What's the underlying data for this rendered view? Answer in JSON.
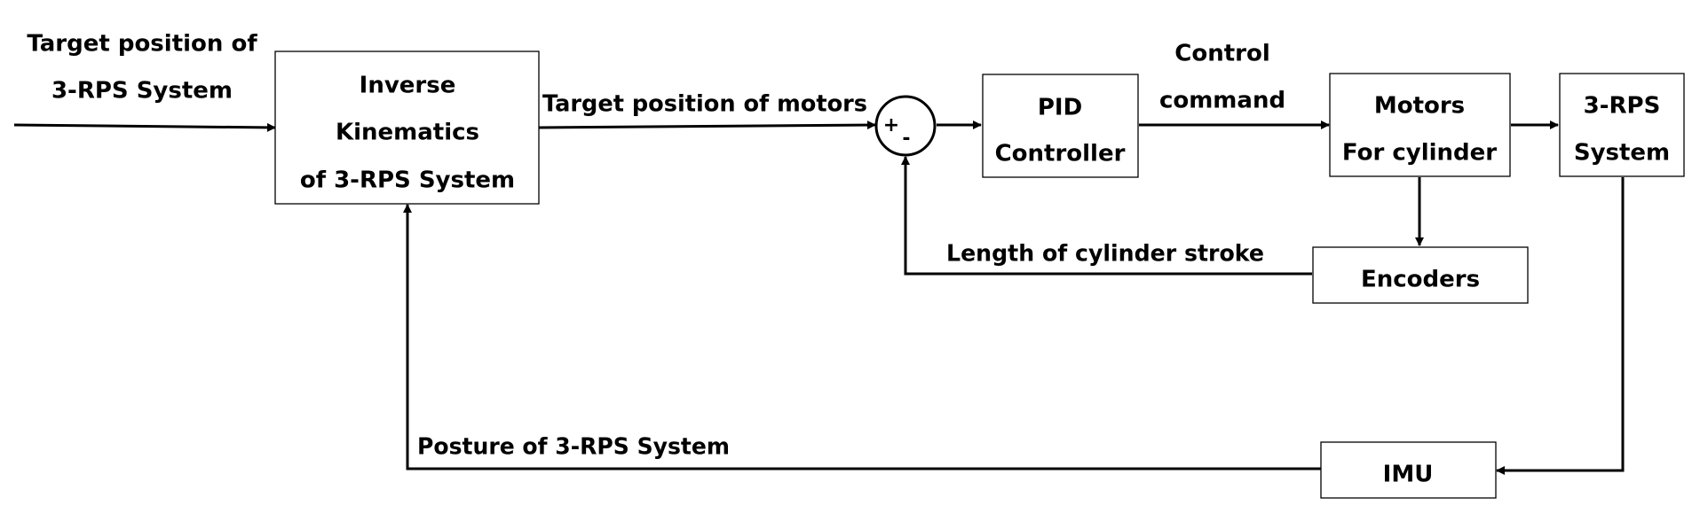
{
  "blocks": {
    "inverse_kinematics": [
      "Inverse",
      "Kinematics",
      "of 3-RPS System"
    ],
    "pid_controller": [
      "PID",
      "Controller"
    ],
    "motors": [
      "Motors",
      "For cylinder"
    ],
    "system": [
      "3-RPS",
      "System"
    ],
    "encoders": [
      "Encoders"
    ],
    "imu": [
      "IMU"
    ]
  },
  "signals": {
    "input": [
      "Target position of",
      "3-RPS System"
    ],
    "target_motors": "Target position of motors",
    "control_command": [
      "Control",
      "command"
    ],
    "cylinder_stroke": "Length of cylinder stroke",
    "posture": "Posture of 3-RPS System"
  },
  "summing_junction": {
    "plus": "+",
    "minus": "-"
  }
}
